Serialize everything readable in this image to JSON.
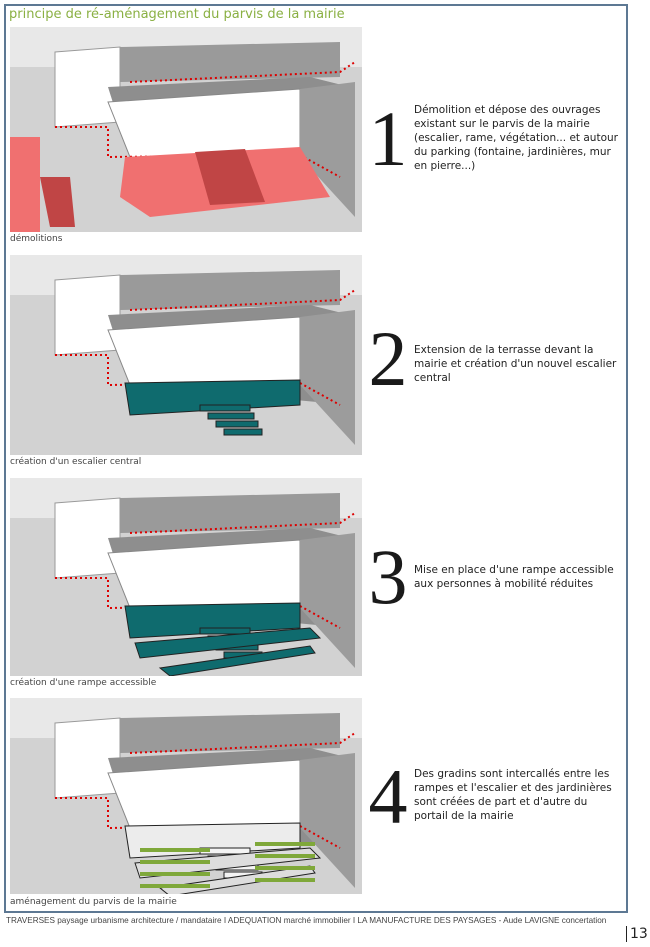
{
  "title": "principe de ré-aménagement du parvis de la mairie",
  "steps": [
    {
      "number": "1",
      "caption": "démolitions",
      "text": "Démolition et dépose des ouvrages existant sur le parvis de la mairie (escalier, rame, végétation... et autour du parking (fontaine, jardinières, mur en pierre...)",
      "color": "#f07070"
    },
    {
      "number": "2",
      "caption": "création d'un escalier central",
      "text": "Extension de la terrasse devant la mairie et création d'un nouvel escalier central",
      "color": "#0f6b6e"
    },
    {
      "number": "3",
      "caption": "création d'une rampe accessible",
      "text": "Mise en place d'une rampe accessible aux personnes à mobilité réduites",
      "color": "#0f6b6e"
    },
    {
      "number": "4",
      "caption": "aménagement du parvis de la mairie",
      "text": "Des gradins sont intercallés entre les rampes et l'escalier et des jardinières sont créées de part et d'autre du portail de la mairie",
      "color": "#7fa83a"
    }
  ],
  "footer": "TRAVERSES paysage urbanisme architecture / mandataire I ADEQUATION marché immobilier I LA MANUFACTURE DES PAYSAGES - Aude LAVIGNE concertation",
  "page_number": "13"
}
